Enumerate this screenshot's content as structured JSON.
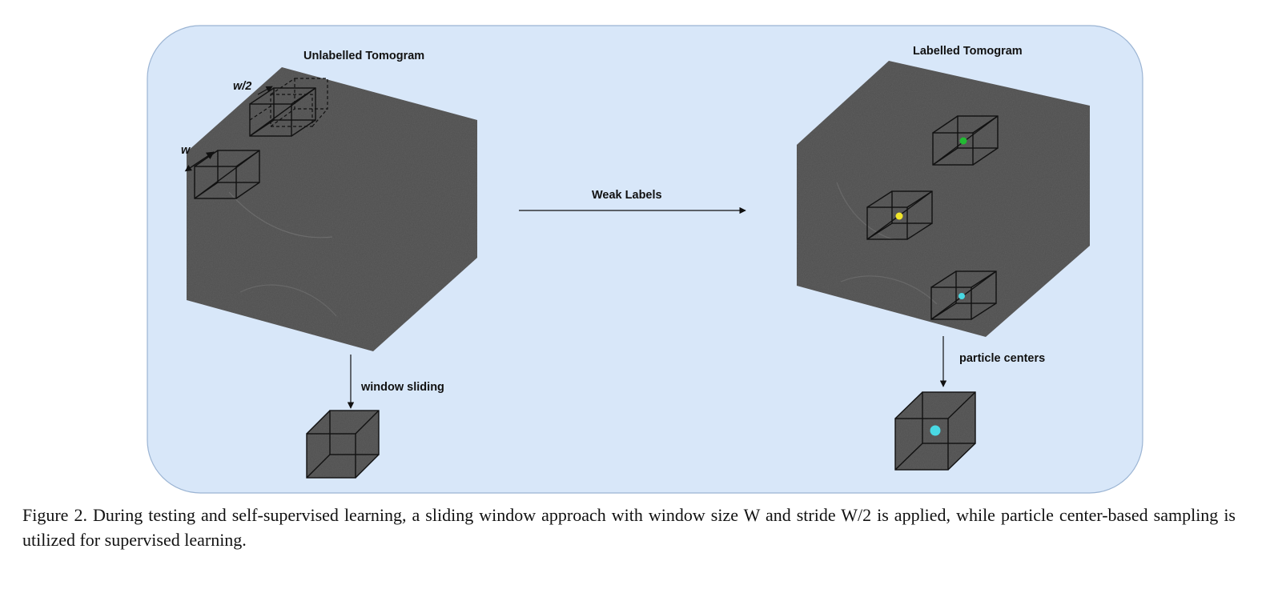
{
  "figure": {
    "labels": {
      "unlabelled_tomogram": "Unlabelled Tomogram",
      "labelled_tomogram": "Labelled Tomogram",
      "weak_labels": "Weak Labels",
      "window_sliding": "window sliding",
      "particle_centers": "particle centers",
      "w": "w",
      "w_half": "w/2"
    },
    "colors": {
      "panel_background": "#d8e7f9",
      "panel_border": "#9bb4d3",
      "tomogram_gray": "#5f5f5f",
      "particle_green": "#22bb33",
      "particle_yellow": "#f1e62a",
      "particle_cyan": "#49d9e3"
    }
  },
  "caption": {
    "text": "Figure 2.  During testing and self-supervised learning, a sliding window approach with window size W and stride W/2 is applied, while particle center-based sampling is utilized for supervised learning."
  }
}
